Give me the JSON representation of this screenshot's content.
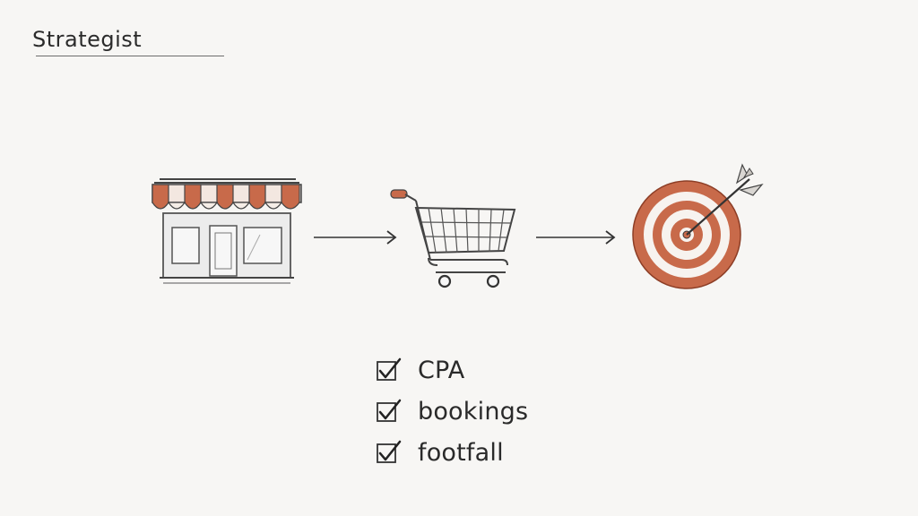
{
  "header": {
    "title": "Strategist"
  },
  "flow": {
    "steps": [
      {
        "icon": "storefront-icon"
      },
      {
        "icon": "shopping-cart-icon"
      },
      {
        "icon": "target-arrow-icon"
      }
    ]
  },
  "checklist": {
    "items": [
      {
        "label": "CPA",
        "checked": true
      },
      {
        "label": "bookings",
        "checked": true
      },
      {
        "label": "footfall",
        "checked": true
      }
    ]
  },
  "colors": {
    "accent": "#c86a4a",
    "ink": "#2a2a2a",
    "paper": "#f7f6f4"
  }
}
